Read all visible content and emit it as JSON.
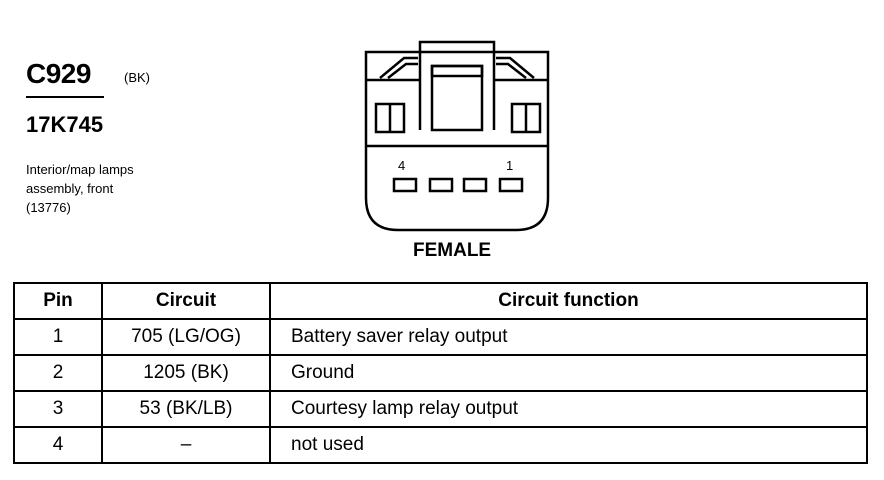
{
  "header": {
    "connector_id": "C929",
    "color_code": "(BK)",
    "part_number": "17K745",
    "description_lines": [
      "Interior/map lamps",
      "assembly, front",
      "(13776)"
    ]
  },
  "diagram": {
    "pin_left_label": "4",
    "pin_right_label": "1",
    "view_label": "FEMALE"
  },
  "table": {
    "headers": [
      "Pin",
      "Circuit",
      "Circuit function"
    ],
    "rows": [
      {
        "pin": "1",
        "circuit": "705 (LG/OG)",
        "function": "Battery saver relay output"
      },
      {
        "pin": "2",
        "circuit": "1205 (BK)",
        "function": "Ground"
      },
      {
        "pin": "3",
        "circuit": "53 (BK/LB)",
        "function": "Courtesy lamp relay output"
      },
      {
        "pin": "4",
        "circuit": "–",
        "function": "not used"
      }
    ]
  }
}
